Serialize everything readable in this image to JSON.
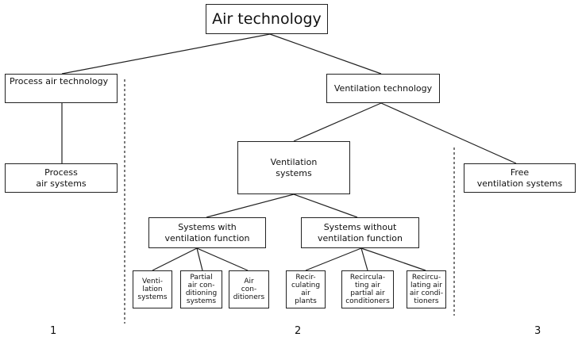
{
  "title": "Air technology",
  "nodes": {
    "root": "Air technology",
    "process_air_technology": "Process air technology",
    "ventilation_technology": "Ventilation technology",
    "process_air_systems": "Process\nair systems",
    "ventilation_systems": "Ventilation\nsystems",
    "free_ventilation_systems": "Free\nventilation systems",
    "systems_with_ventilation_function": "Systems with\nventilation function",
    "systems_without_ventilation_function": "Systems without\nventilation function",
    "ventilation_systems_leaf": "Venti-\nlation\nsystems",
    "partial_air_conditioning_systems": "Partial\nair con-\nditioning\nsystems",
    "air_conditioners": "Air\ncon-\nditioners",
    "recirculating_air_plants": "Recir-\nculating\nair\nplants",
    "recirculating_air_partial_air_conditioners": "Recircula-\nting air\npartial air\nconditioners",
    "recirculating_air_air_conditioners": "Recircu-\nlating air\nair condi-\ntioners"
  },
  "section_labels": [
    "1",
    "2",
    "3"
  ],
  "colors": {
    "line": "#222222",
    "box_border": "#222222",
    "text": "#111111",
    "background": "#ffffff"
  }
}
